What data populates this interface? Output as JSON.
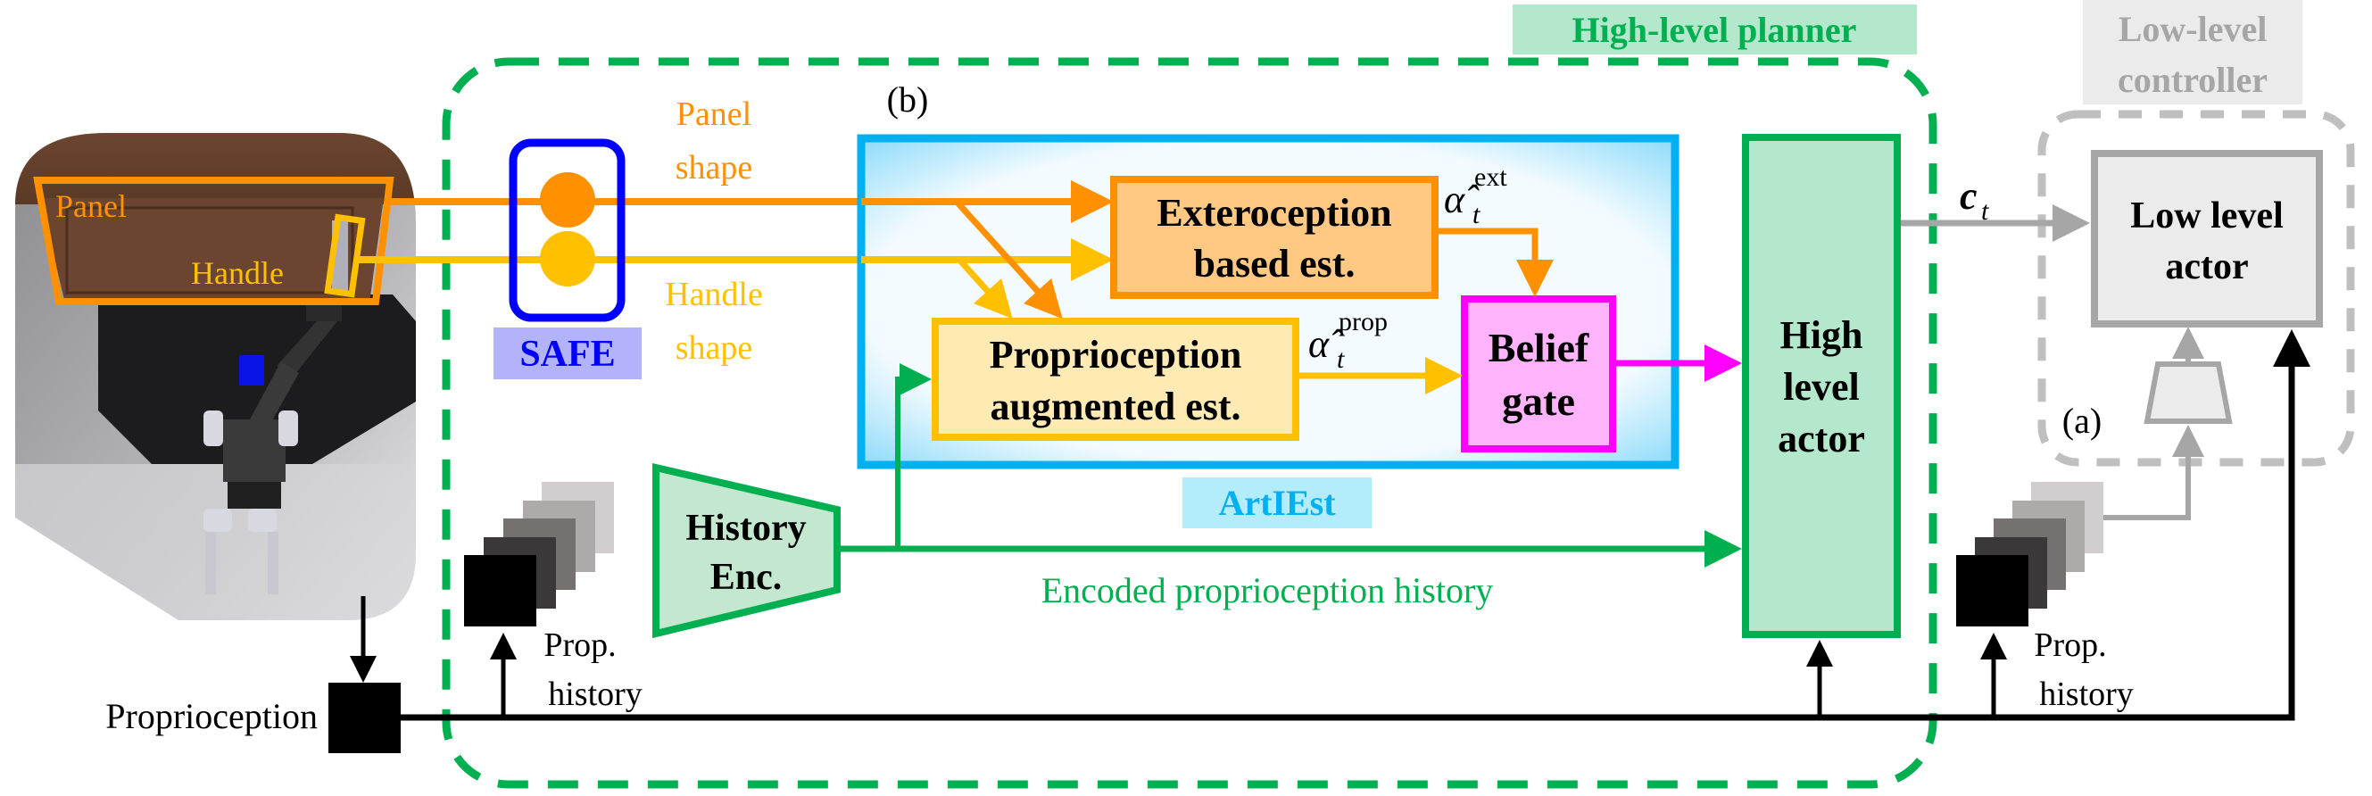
{
  "colors": {
    "planner_green": "#00b050",
    "planner_fill": "#b3e8cc",
    "artiest_blue": "#00b0f0",
    "artiest_label_fill": "#b3ecfb",
    "panel_orange": "#ff9100",
    "handle_yellow": "#ffc000",
    "extero_fill": "#ffc983",
    "proprio_fill": "#ffeab3",
    "belief_magenta": "#ff00ff",
    "belief_fill": "#ffb3fb",
    "safe_blue": "#0000ff",
    "safe_label_fill": "#b3b3fb",
    "lowlevel_gray": "#a6a6a6",
    "lowlevel_fill": "#ebebeb",
    "black": "#000000"
  },
  "scene": {
    "panel_label": "Panel",
    "handle_label": "Handle"
  },
  "planner": {
    "title": "High-level planner",
    "subfigure_label": "(b)",
    "safe": {
      "label": "SAFE",
      "panel_shape_line1": "Panel",
      "panel_shape_line2": "shape",
      "handle_shape_line1": "Handle",
      "handle_shape_line2": "shape"
    },
    "artiest": {
      "label": "ArtIEst",
      "extero_line1": "Exteroception",
      "extero_line2": "based est.",
      "proprio_line1": "Proprioception",
      "proprio_line2": "augmented est.",
      "belief_line1": "Belief",
      "belief_line2": "gate",
      "alpha_symbol": "α̂",
      "alpha_sub": "t",
      "alpha_ext_sup": "ext",
      "alpha_prop_sup": "prop"
    },
    "history_encoder": {
      "line1": "History",
      "line2": "Enc."
    },
    "encoded_label": "Encoded proprioception history",
    "high_actor": {
      "line1": "High",
      "line2": "level",
      "line3": "actor"
    },
    "prop_history_line1": "Prop.",
    "prop_history_line2": "history"
  },
  "controller": {
    "title_line1": "Low-level",
    "title_line2": "controller",
    "subfigure_label": "(a)",
    "command_symbol": "c",
    "command_sub": "t",
    "low_actor_line1": "Low level",
    "low_actor_line2": "actor",
    "prop_history_line1": "Prop.",
    "prop_history_line2": "history"
  },
  "input": {
    "proprioception_label": "Proprioception"
  }
}
